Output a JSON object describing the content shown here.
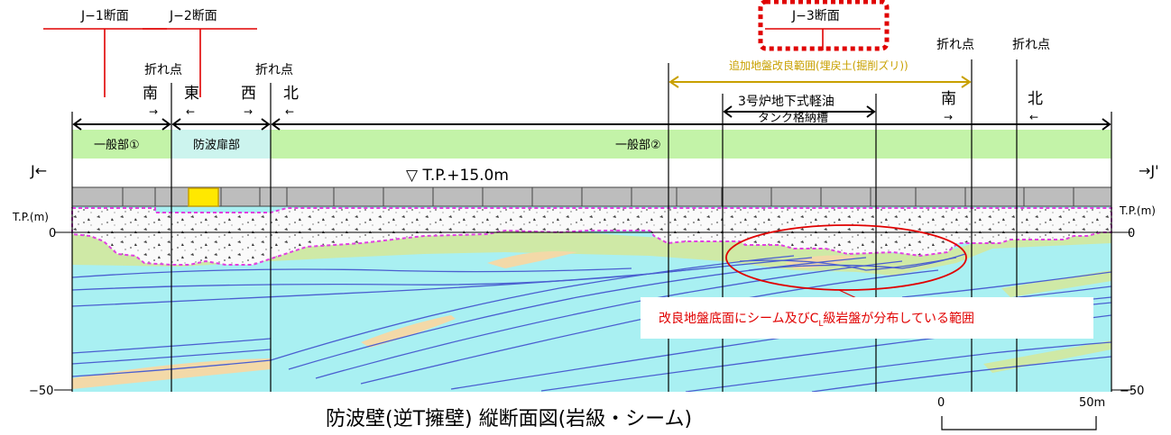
{
  "sections": {
    "j1": "J−1断面",
    "j2": "J−2断面",
    "j3": "J−3断面"
  },
  "fold_point": "折れ点",
  "directions": {
    "south": "南",
    "east": "東",
    "west": "西",
    "north": "北",
    "arrow_right": "→",
    "arrow_left": "←"
  },
  "zones": {
    "general1": "一般部①",
    "gate": "防波扉部",
    "general2": "一般部②"
  },
  "improvement_range": "追加地盤改良範囲(埋戻土(掘削ズリ))",
  "tank": {
    "line1": "3号炉地下式軽油",
    "line2": "タンク格納槽"
  },
  "endpoints": {
    "left": "J←",
    "right": "→J'"
  },
  "water_level": "▽ T.P.+15.0m",
  "axis": {
    "unit": "T.P.(m)",
    "tick_0": "0",
    "tick_m50": "−50"
  },
  "annotation": {
    "prefix": "改良地盤底面にシーム及びC",
    "sub": "L",
    "suffix": "級岩盤が分布している範囲"
  },
  "title": "防波壁(逆T擁壁) 縦断面図(岩級・シーム)",
  "scale": {
    "left": "0",
    "right": "50m"
  },
  "colors": {
    "bedrock": "#a9f0f2",
    "weathered": "#cfe9a6",
    "sand": "#f3d9a8",
    "seam": "#4a5fd0",
    "zone_band": "#c3f3a8",
    "gate_band": "#ccf4ee",
    "wall": "#bdbdbd",
    "fill_border": "#e040e0",
    "red": "#e00000",
    "gold": "#c8a000"
  }
}
